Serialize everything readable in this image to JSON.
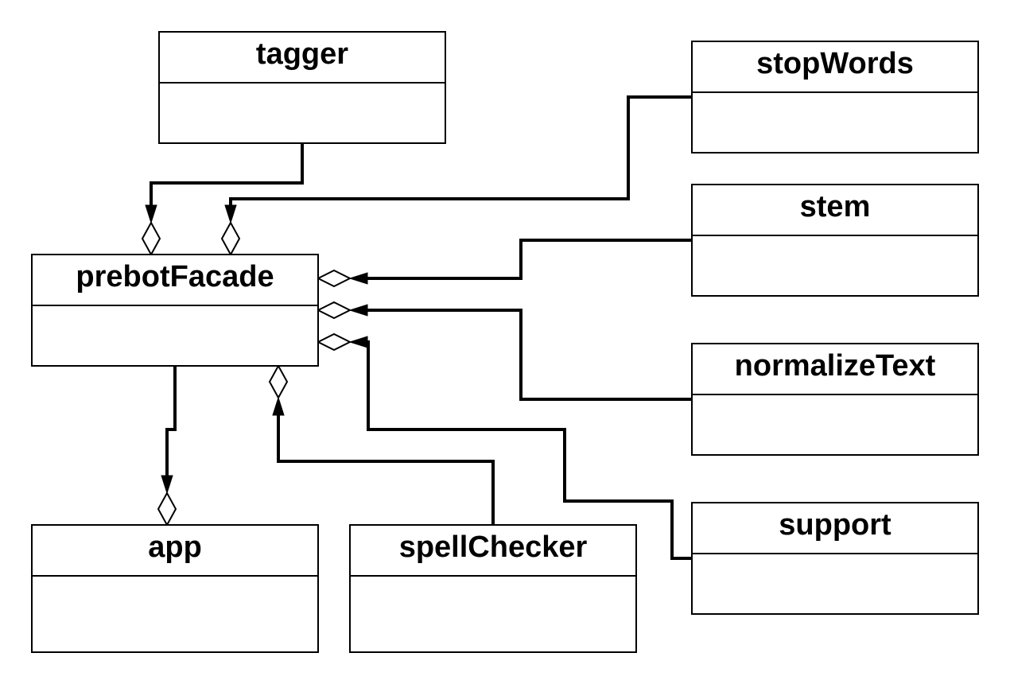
{
  "diagram": {
    "type": "uml-class-diagram",
    "classes": {
      "tagger": "tagger",
      "stopWords": "stopWords",
      "stem": "stem",
      "prebotFacade": "prebotFacade",
      "normalizeText": "normalizeText",
      "app": "app",
      "spellChecker": "spellChecker",
      "support": "support"
    },
    "relations": [
      {
        "from": "tagger",
        "to": "prebotFacade",
        "kind": "aggregation"
      },
      {
        "from": "stopWords",
        "to": "prebotFacade",
        "kind": "aggregation"
      },
      {
        "from": "stem",
        "to": "prebotFacade",
        "kind": "aggregation"
      },
      {
        "from": "normalizeText",
        "to": "prebotFacade",
        "kind": "aggregation"
      },
      {
        "from": "support",
        "to": "prebotFacade",
        "kind": "aggregation"
      },
      {
        "from": "spellChecker",
        "to": "prebotFacade",
        "kind": "aggregation"
      },
      {
        "from": "prebotFacade",
        "to": "app",
        "kind": "aggregation"
      }
    ]
  }
}
